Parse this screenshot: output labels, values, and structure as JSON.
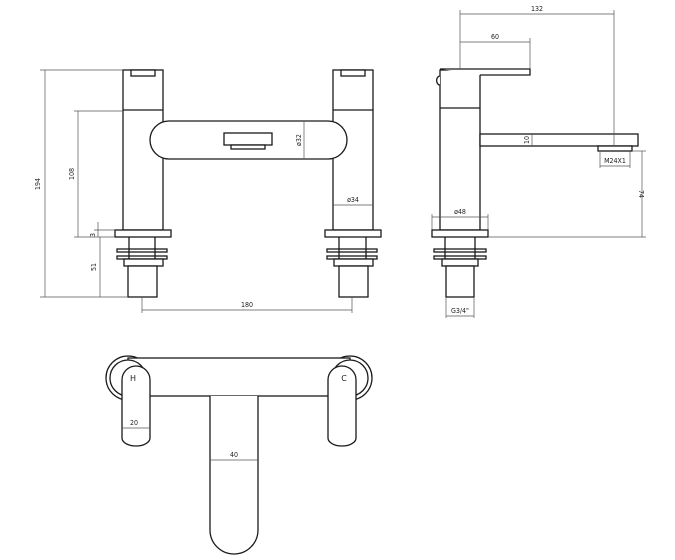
{
  "dimensions": {
    "overall_height": "194",
    "body_height": "108",
    "plate_thickness": "3",
    "tail_length": "51",
    "centres": "180",
    "bridge_diameter": "ø32",
    "body_diameter": "ø34",
    "spout_reach": "132",
    "handle_length": "60",
    "spout_thickness": "10",
    "aerator_thread": "M24X1",
    "spout_height": "74",
    "base_diameter": "ø48",
    "tail_thread": "G3/4\"",
    "handle_width": "20",
    "spout_width": "40"
  },
  "labels": {
    "hot": "H",
    "cold": "C"
  },
  "colors": {
    "line": "#1a1a1a",
    "dimension": "#555555",
    "background": "#ffffff"
  }
}
